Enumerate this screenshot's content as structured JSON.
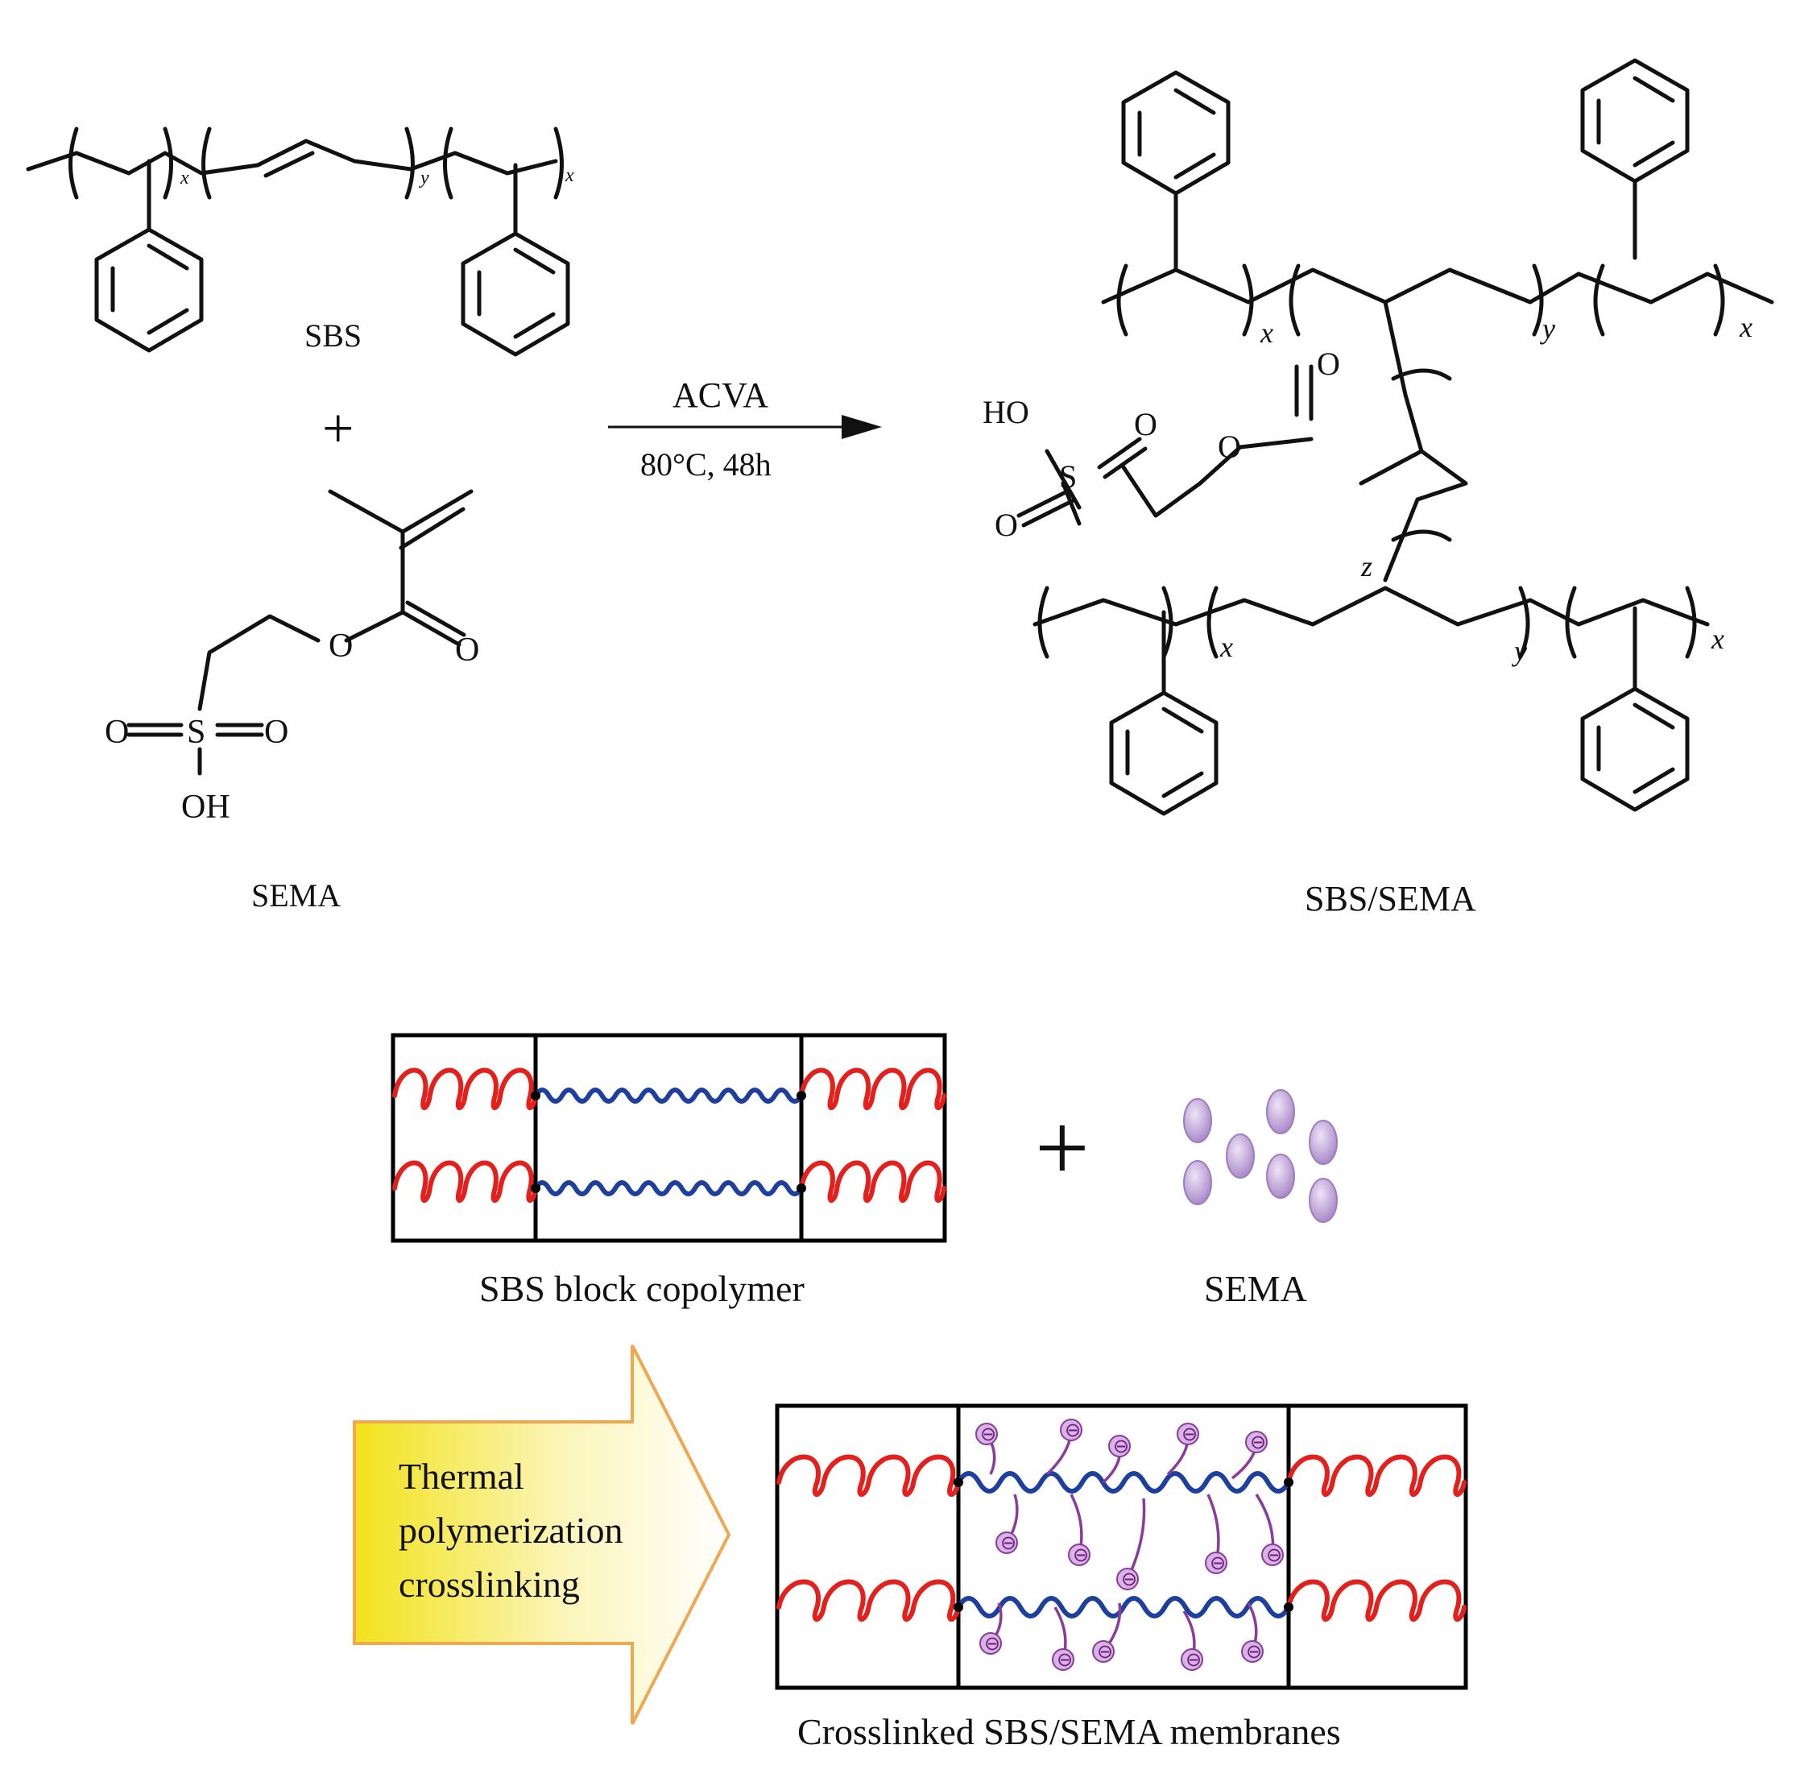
{
  "reaction": {
    "reactant1_label": "SBS",
    "reactant2_label": "SEMA",
    "plus": "+",
    "reagent": "ACVA",
    "conditions": "80°C, 48h",
    "product_label": "SBS/SEMA",
    "sub_x": "x",
    "sub_y": "y",
    "sub_z": "z",
    "atoms": {
      "ho": "HO",
      "s": "S",
      "o": "O",
      "oh": "OH"
    }
  },
  "schematic": {
    "sbs_label": "SBS block copolymer",
    "sema_label": "SEMA",
    "plus": "+",
    "arrow_lines": [
      "Thermal",
      "polymerization",
      "crosslinking"
    ],
    "membrane_label": "Crosslinked SBS/SEMA membranes",
    "ion_symbol": "⊖",
    "colors": {
      "styrene_coil": "#e4201c",
      "butadiene_chain": "#1f3f9e",
      "sema_graft": "#8a3c9a",
      "sema_particle": "#c8a9dc",
      "arrow_gradient_start": "#f2e21b",
      "arrow_outline": "#f0a850"
    }
  }
}
